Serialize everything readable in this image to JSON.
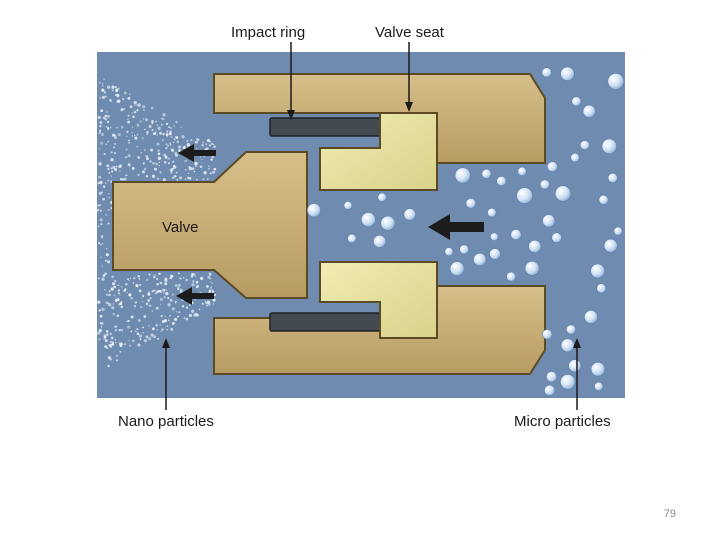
{
  "labels": {
    "impact_ring": "Impact ring",
    "valve_seat": "Valve seat",
    "valve": "Valve",
    "nano_particles": "Nano particles",
    "micro_particles": "Micro particles"
  },
  "page_number": "79",
  "colors": {
    "background": "#6f8bb0",
    "brass": "#c9b07a",
    "brass_dark": "#5b4a23",
    "seat": "#e6e19c",
    "ring": "#444a52",
    "droplet": "#dbe9f7",
    "arrow": "#1c1c1c"
  }
}
